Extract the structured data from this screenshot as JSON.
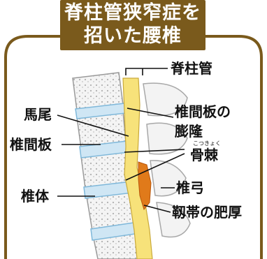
{
  "title": {
    "line1": "脊柱管狭窄症を",
    "line2": "招いた腰椎"
  },
  "labels": {
    "spinal_canal": "脊柱管",
    "cauda_equina": "馬尾",
    "disc": "椎間板",
    "disc_bulge_1": "椎間板の",
    "disc_bulge_2": "膨隆",
    "osteophyte_ruby": "こつきょく",
    "osteophyte": "骨棘",
    "vertebral_body": "椎体",
    "vertebral_arch": "椎弓",
    "ligament_hypertrophy": "靱帯の肥厚"
  },
  "colors": {
    "frame": "#7a5a1c",
    "title_bg": "#7a5a1c",
    "bone_fill": "#f2f2f2",
    "bone_edge": "#9a9a9a",
    "disc_fill": "#cfe6f4",
    "disc_edge": "#7fb8da",
    "nerve_fill": "#f7e27a",
    "ligament_fill": "#e07a1a"
  }
}
